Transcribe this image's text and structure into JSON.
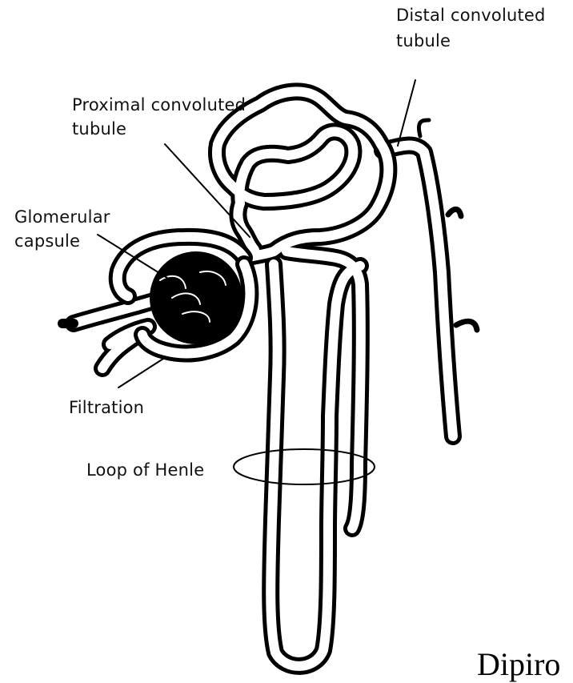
{
  "labels": {
    "distal_line1": "Distal convoluted",
    "distal_line2": "tubule",
    "proximal_line1": "Proximal convoluted",
    "proximal_line2": "tubule",
    "glomerular_line1": "Glomerular",
    "glomerular_line2": "capsule",
    "filtration": "Filtration",
    "loop": "Loop of Henle"
  },
  "credit": "Dipiro",
  "colors": {
    "ink": "#000000",
    "background": "#ffffff"
  }
}
